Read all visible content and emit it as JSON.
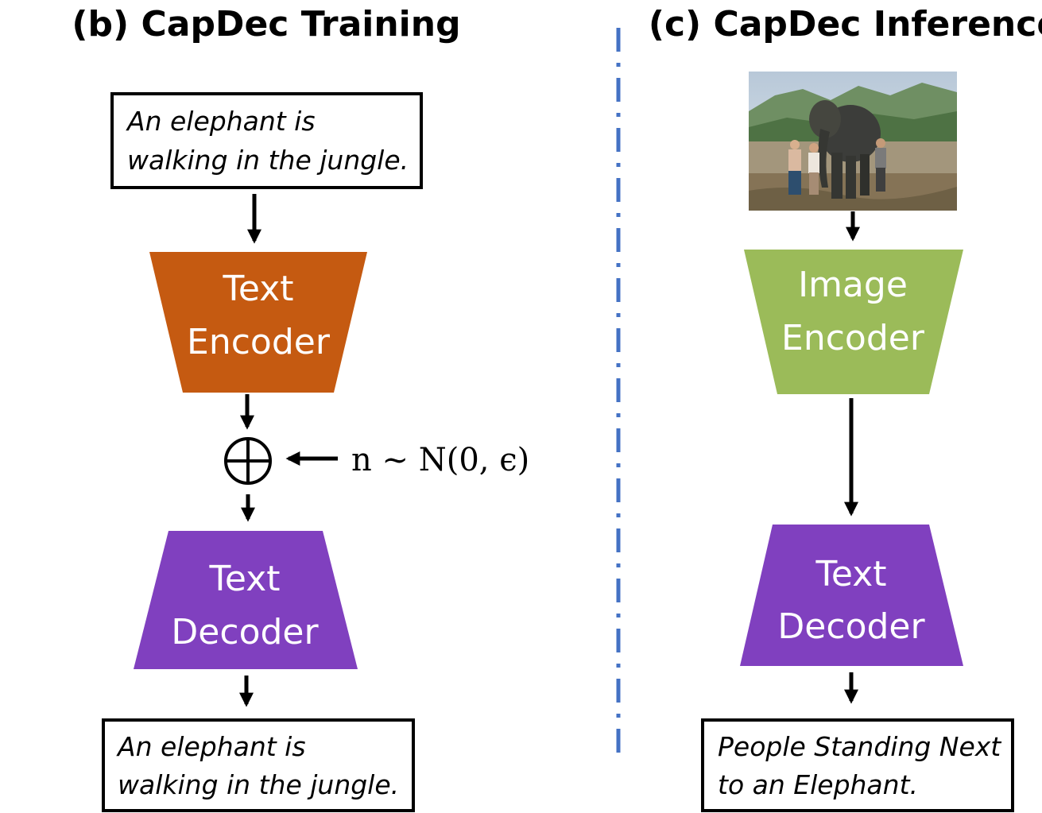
{
  "training": {
    "title": "(b) CapDec Training",
    "input_caption": [
      "An elephant is",
      "walking in the jungle."
    ],
    "encoder": [
      "Text",
      "Encoder"
    ],
    "noise_label": "n ~ N(0, ϵ)",
    "decoder": [
      "Text",
      "Decoder"
    ],
    "output_caption": [
      "An elephant is",
      "walking in the jungle."
    ]
  },
  "inference": {
    "title": "(c) CapDec Inference",
    "encoder": [
      "Image",
      "Encoder"
    ],
    "decoder": [
      "Text",
      "Decoder"
    ],
    "output_caption": [
      "People Standing Next",
      "to an Elephant."
    ]
  },
  "colors": {
    "text_encoder": "#c55a11",
    "image_encoder": "#9bbb59",
    "text_decoder": "#8040bf",
    "divider": "#4472c4"
  },
  "icons": {
    "add": "circle-plus-icon",
    "photo": "elephant-photo"
  }
}
